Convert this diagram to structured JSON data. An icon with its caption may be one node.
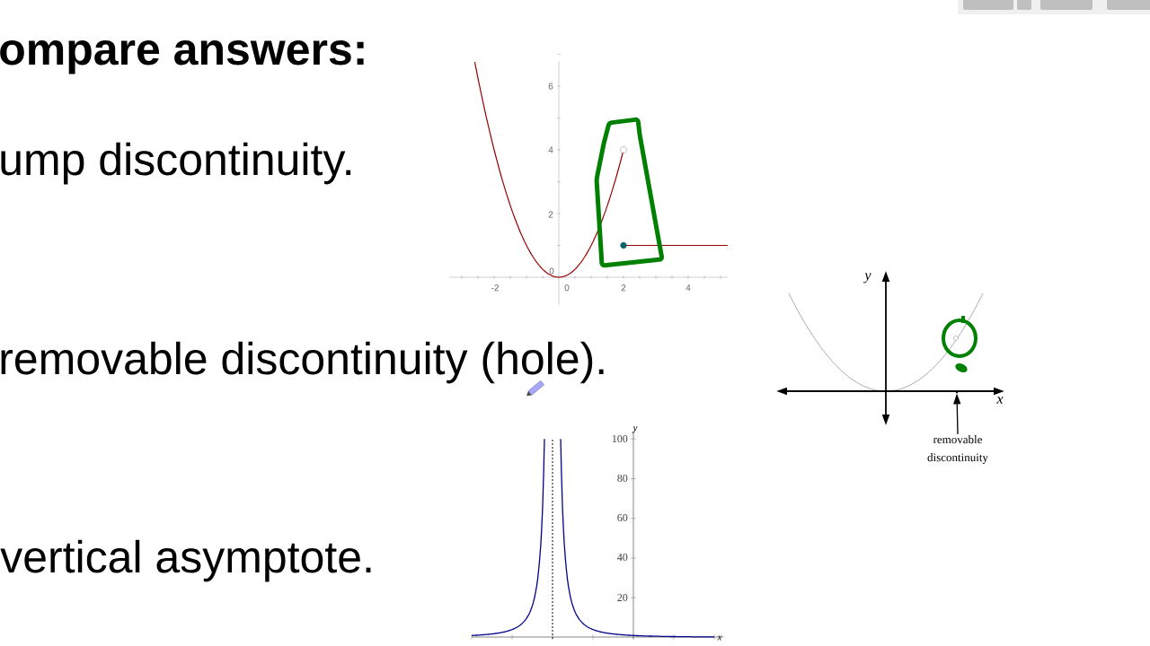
{
  "diagram": {
    "nodes": [
      {
        "text": [
          "removable discontinuity"
        ]
      },
      {
        "text": [],
        "shape": "point"
      }
    ],
    "edges": [
      {
        "from": 0,
        "to": 1,
        "arrow": "to"
      }
    ],
    "labels": [
      "ompare answers:",
      "ump discontinuity.",
      "removable discontinuity (hole).",
      "vertical asymptote.",
      "6",
      "4",
      "2",
      "0",
      "-2",
      "0",
      "2",
      "4",
      "y",
      "x",
      "100",
      "80",
      "60",
      "40",
      "20",
      "y",
      "x"
    ]
  }
}
